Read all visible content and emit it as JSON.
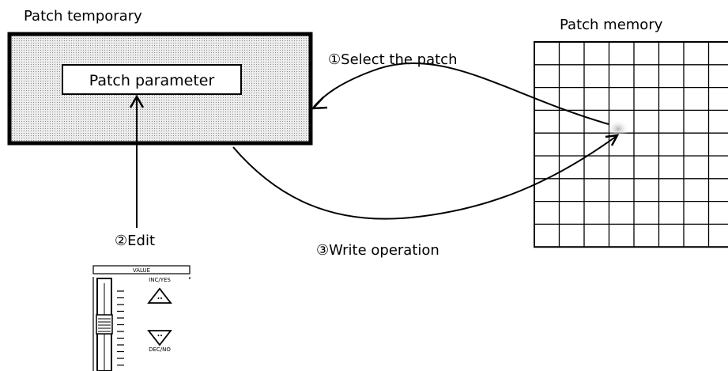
{
  "diagram": {
    "patch_temporary": {
      "title": "Patch temporary",
      "parameter_label": "Patch parameter"
    },
    "patch_memory": {
      "title": "Patch memory",
      "columns": 8,
      "rows": 9
    },
    "steps": [
      {
        "number": "①",
        "label": "Select the patch"
      },
      {
        "number": "②",
        "label": "Edit"
      },
      {
        "number": "③",
        "label": "Write operation"
      }
    ],
    "value_panel": {
      "header": "VALUE",
      "inc_label": "INC/YES",
      "dec_label": "DEC/NO"
    }
  },
  "colors": {
    "ink": "#000000",
    "shade": "#d9d9d9",
    "background": "#ffffff"
  }
}
